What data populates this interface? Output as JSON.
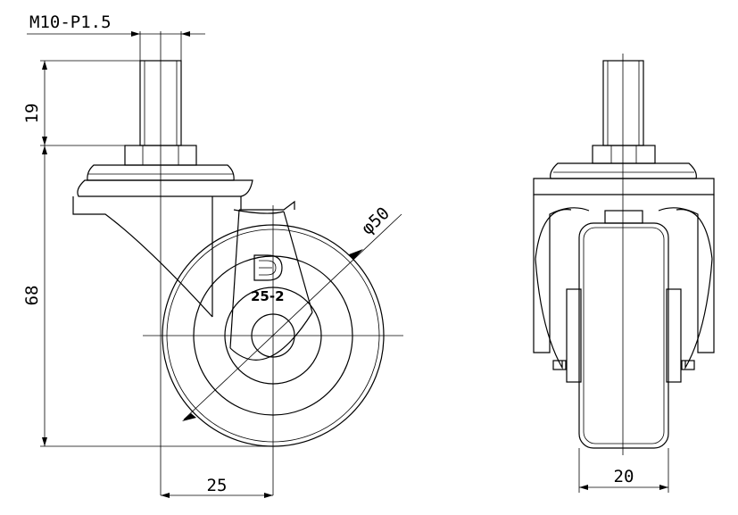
{
  "side_view": {
    "thread_label": "M10-P1.5",
    "stem_length_label": "19",
    "height_label": "68",
    "diameter_label": "φ50",
    "offset_label": "25",
    "model_label": "25-2",
    "logo_name": "db-logo"
  },
  "front_view": {
    "width_label": "20"
  }
}
